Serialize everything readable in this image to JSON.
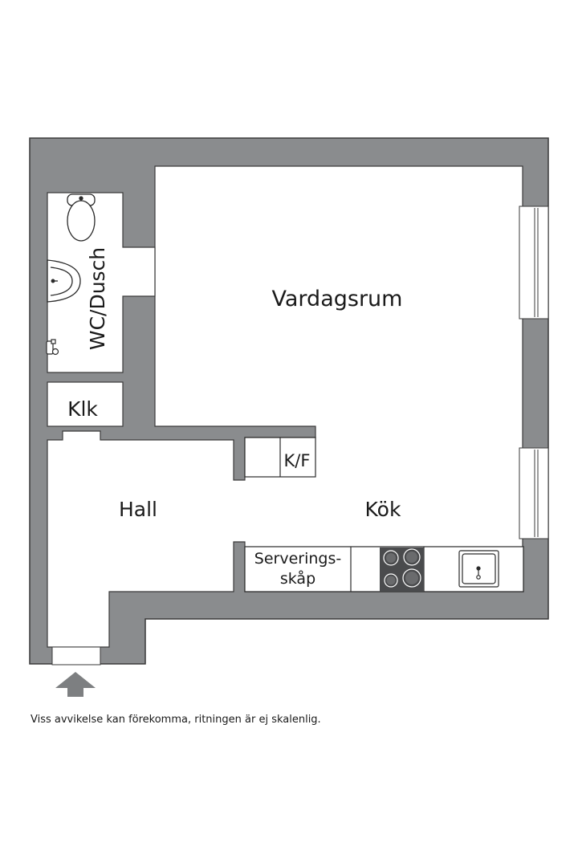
{
  "rooms": {
    "living_room": "Vardagsrum",
    "bathroom": "WC/Dusch",
    "closet": "Klk",
    "hall": "Hall",
    "kitchen": "Kök",
    "fridge_freezer": "K/F",
    "serving_cabinet_line1": "Serverings-",
    "serving_cabinet_line2": "skåp"
  },
  "disclaimer": "Viss avvikelse kan förekomma, ritningen är ej skalenlig.",
  "colors": {
    "wall": "#8a8c8e",
    "wall_outline": "#3a3a3a",
    "floor": "#ffffff",
    "stove": "#4a4b4d",
    "arrow": "#7d7f81"
  },
  "icons": {
    "toilet": "toilet-icon",
    "washbasin": "washbasin-icon",
    "shower": "shower-icon",
    "stove": "stove-icon",
    "sink": "sink-icon",
    "entrance": "entrance-arrow-icon"
  }
}
